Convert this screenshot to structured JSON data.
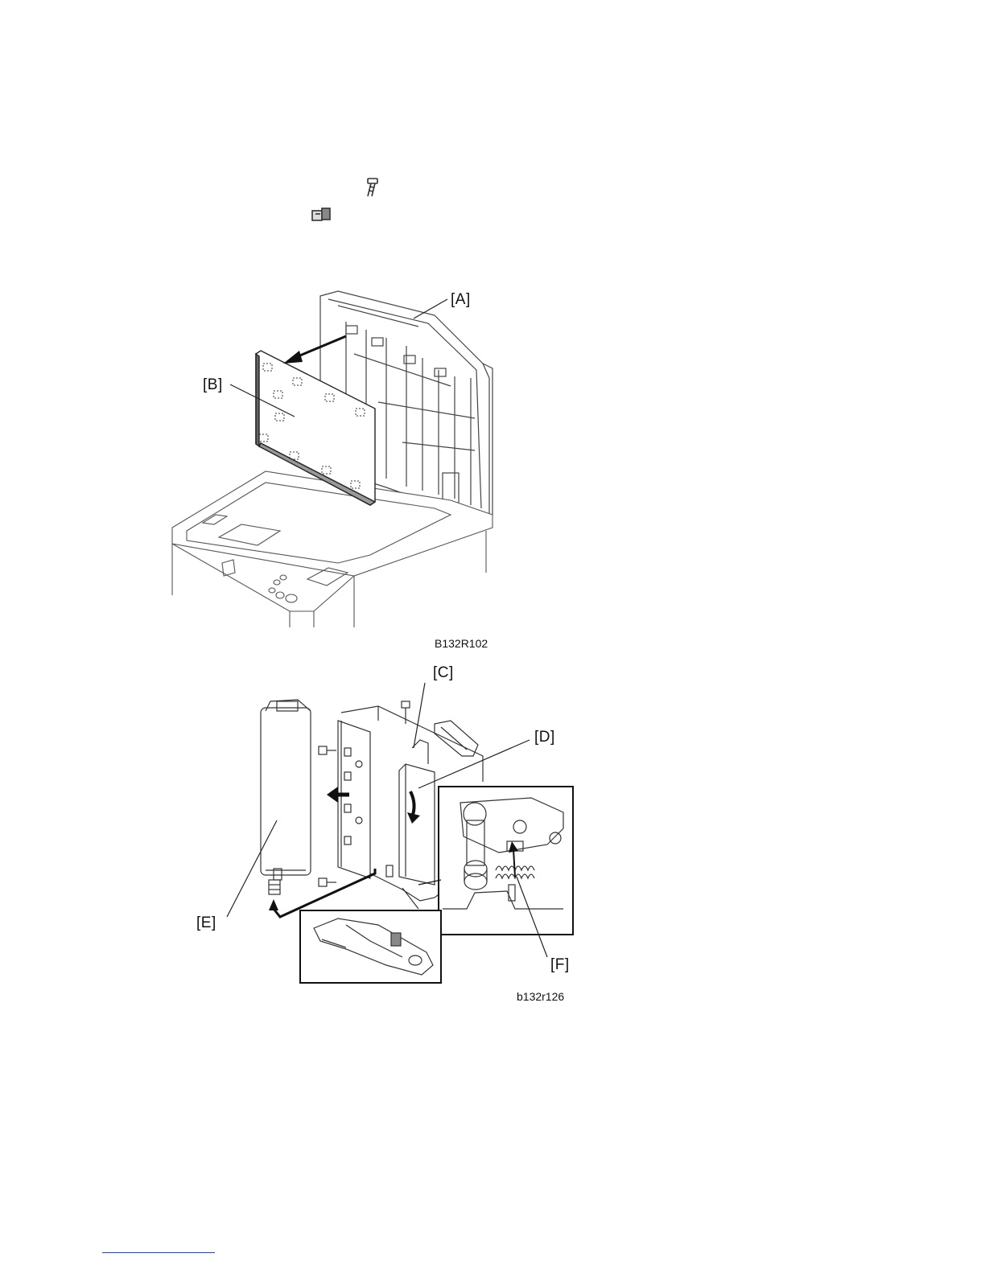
{
  "icons": {
    "screw": "screw-icon",
    "connector": "connector-icon"
  },
  "figure1": {
    "code": "B132R102",
    "callouts": {
      "A": "[A]",
      "B": "[B]"
    }
  },
  "figure2": {
    "code": "b132r126",
    "callouts": {
      "C": "[C]",
      "D": "[D]",
      "E": "[E]",
      "F": "[F]"
    }
  },
  "colors": {
    "line": "#222222",
    "footer_link": "#1a3fb8"
  }
}
